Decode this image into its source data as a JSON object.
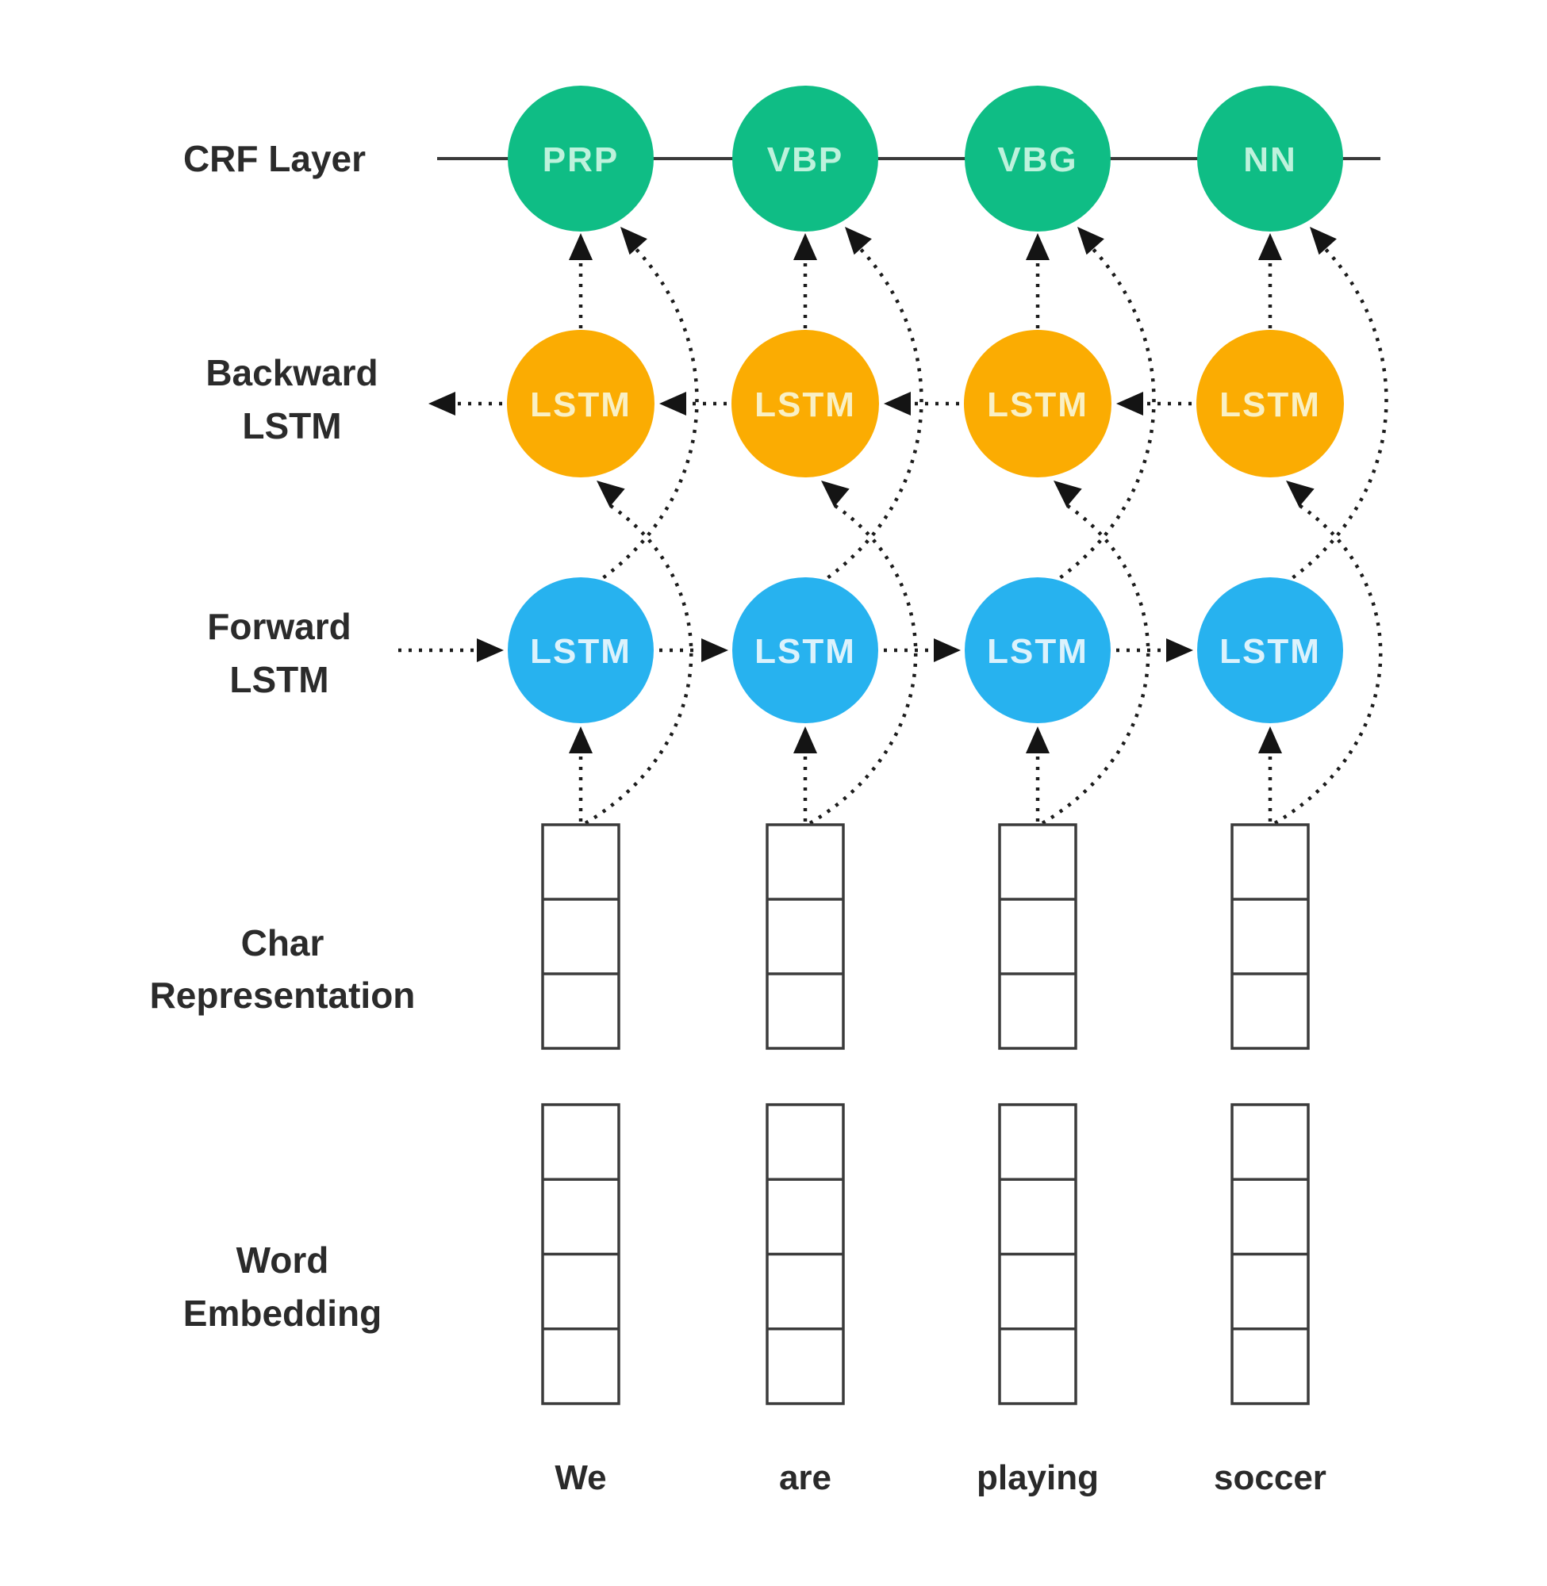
{
  "layers": {
    "crf_label": "CRF Layer",
    "backward_label_line1": "Backward",
    "backward_label_line2": "LSTM",
    "forward_label_line1": "Forward",
    "forward_label_line2": "LSTM",
    "char_label_line1": "Char",
    "char_label_line2": "Representation",
    "word_label_line1": "Word",
    "word_label_line2": "Embedding"
  },
  "lstm_node_label": "LSTM",
  "columns": [
    {
      "word": "We",
      "tag": "PRP"
    },
    {
      "word": "are",
      "tag": "VBP"
    },
    {
      "word": "playing",
      "tag": "VBG"
    },
    {
      "word": "soccer",
      "tag": "NN"
    }
  ],
  "char_cells_per_column": 3,
  "word_cells_per_column": 4,
  "colors": {
    "crf_node": "#0FBD85",
    "crf_node_text": "#BDF2DC",
    "backward_node": "#FBAC02",
    "backward_node_text": "#F9F0C5",
    "forward_node": "#27B2EF",
    "forward_node_text": "#DCF2FC",
    "connector": "#1c1c1c",
    "crf_line": "#3a3a3a",
    "box_stroke": "#3b3b3b",
    "label_text": "#2b2b2b",
    "background": "#ffffff"
  }
}
